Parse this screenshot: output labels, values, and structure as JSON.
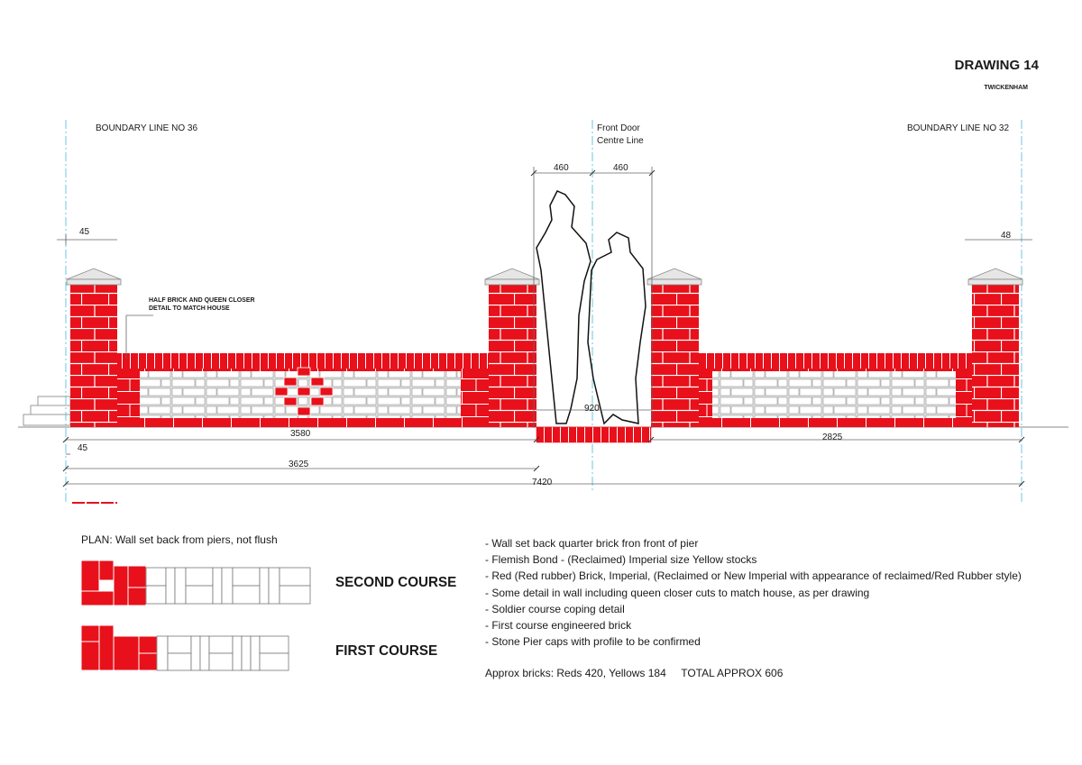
{
  "drawing": {
    "title": "DRAWING 14",
    "location": "TWICKENHAM"
  },
  "labels": {
    "boundary_left": "BOUNDARY LINE NO 36",
    "boundary_right": "BOUNDARY LINE NO 32",
    "front_door_line1": "Front Door",
    "front_door_line2": "Centre Line",
    "detail_note_line1": "HALF BRICK AND QUEEN CLOSER",
    "detail_note_line2": "DETAIL TO MATCH HOUSE"
  },
  "dimensions": {
    "pier_left_offset": "45",
    "pier_right_offset": "48",
    "gate_half_left": "460",
    "gate_half_right": "460",
    "gate_opening": "920",
    "left_wall": "3580",
    "left_offset_below": "45",
    "left_total": "3625",
    "right_wall": "2825",
    "overall": "7420"
  },
  "plan": {
    "caption": "PLAN:  Wall set back from piers, not flush",
    "second_course": "SECOND COURSE",
    "first_course": "FIRST COURSE"
  },
  "notes": [
    "- Wall set back quarter brick fron front of pier",
    "- Flemish Bond - (Reclaimed) Imperial size Yellow stocks",
    "- Red (Red rubber) Brick, Imperial, (Reclaimed or New Imperial with appearance of reclaimed/Red Rubber style)",
    "- Some detail in wall including queen closer cuts to match house, as per drawing",
    "- Soldier course coping detail",
    "- First course engineered brick",
    "- Stone Pier caps with profile to be confirmed"
  ],
  "totals": "Approx bricks: Reds 420, Yellows 184     TOTAL APPROX 606",
  "colors": {
    "red_brick": "#e8101a",
    "yellow_brick": "#ffffff",
    "mortar": "#ffffff",
    "cap": "#e6e6e6",
    "guide_line": "#6fc4e0"
  }
}
